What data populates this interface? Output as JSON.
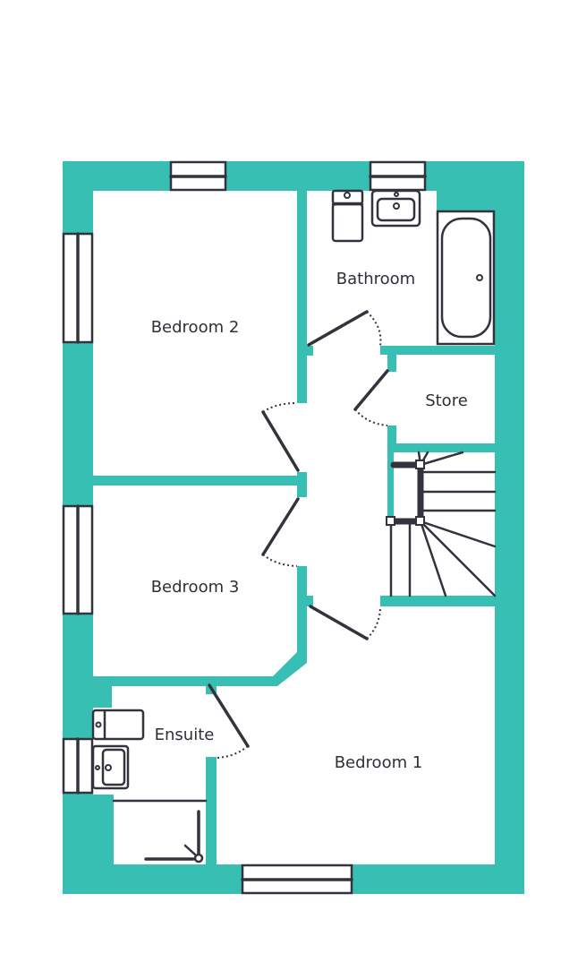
{
  "floor_plan": {
    "colors": {
      "wall": "#38bfb4",
      "line": "#33333d"
    },
    "rooms": [
      {
        "id": "bedroom2",
        "label": "Bedroom 2"
      },
      {
        "id": "bathroom",
        "label": "Bathroom"
      },
      {
        "id": "store",
        "label": "Store"
      },
      {
        "id": "bedroom3",
        "label": "Bedroom 3"
      },
      {
        "id": "ensuite",
        "label": "Ensuite"
      },
      {
        "id": "bedroom1",
        "label": "Bedroom 1"
      }
    ]
  }
}
